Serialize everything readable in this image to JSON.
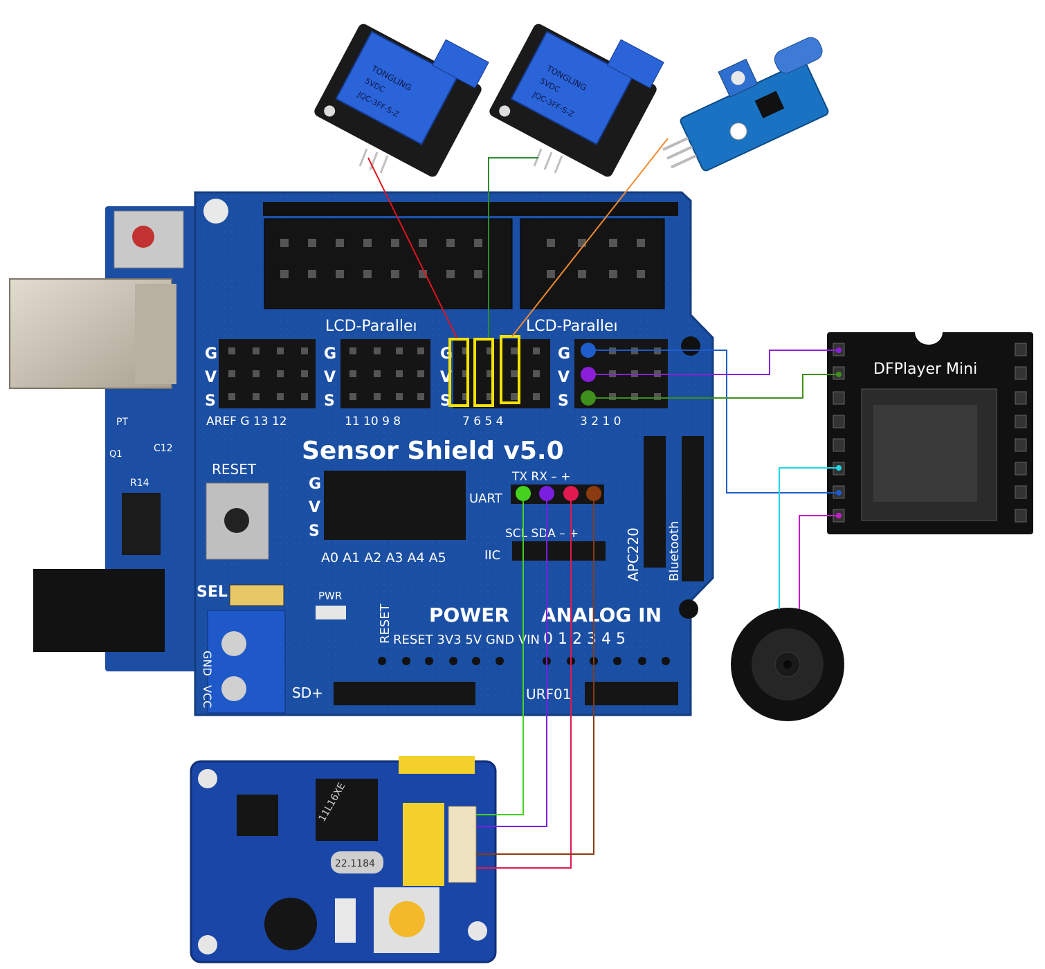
{
  "shield": {
    "title": "Sensor Shield v5.0",
    "lcd_parallel_left": "LCD-Paralleı",
    "lcd_parallel_right": "LCD-Paralleı",
    "gvs": [
      "G",
      "V",
      "S"
    ],
    "digital_pins_group1": "AREF  G  13 12",
    "digital_pins_group2": "11 10  9   8",
    "digital_pins_group3": "7   6   5   4",
    "digital_pins_group4": "3   2   1   0",
    "reset_label": "RESET",
    "uart_label": "UART",
    "uart_pins": "TX RX  –   +",
    "iic_label": "IIC",
    "iic_pins": "SCL SDA  –   +",
    "analog_pins": "A0 A1 A2 A3 A4 A5",
    "apc_label": "APC220",
    "bluetooth_label": "Bluetooth",
    "power_label": "POWER",
    "analog_in_label": "ANALOG  IN",
    "power_pins": "RESET 3V3 5V GND VIN",
    "analog_numbers": "0  1  2  3  4  5",
    "sd_label": "SD+",
    "urf_label": "URF01",
    "pwr_label": "PWR",
    "sel_label": "SEL",
    "gnd_label": "GND",
    "vcc_label": "VCC"
  },
  "uno": {
    "pt_label": "PT",
    "c12_label": "C12",
    "r14_label": "R14",
    "q1_label": "Q1"
  },
  "relay": {
    "brand": "TONGLING",
    "model": "JQC-3FF-S-Z",
    "voltage": "5VDC"
  },
  "dfplayer": {
    "title": "DFPlayer Mini"
  },
  "voice_module": {
    "chip": "11L16XE",
    "crystal": "22.1184"
  },
  "wire_colors": {
    "red": "#e0141e",
    "green": "#2e8b2e",
    "orange": "#f08a30",
    "blue": "#1f5ccc",
    "purple": "#8b1fd9",
    "lime": "#44d21e",
    "violet": "#7a1fe0",
    "crimson": "#e0194e",
    "brown": "#8c3b10",
    "cyan": "#1ed8e6",
    "magenta": "#c21fc9",
    "highlight": "#f4e200"
  }
}
